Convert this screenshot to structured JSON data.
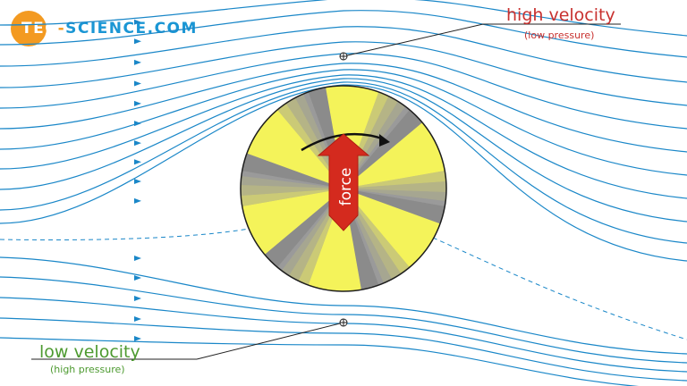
{
  "logo": {
    "part1": "TEC",
    "part2": "-",
    "part3": "SCIENCE.COM"
  },
  "labels": {
    "high_velocity": "high velocity",
    "low_pressure": "(low pressure)",
    "low_velocity": "low velocity",
    "high_pressure": "(high pressure)",
    "force": "force"
  },
  "colors": {
    "streamline": "#1a87c8",
    "high_label": "#c8312f",
    "low_label": "#4d9a30",
    "cylinder_yellow": "#f4f35a",
    "cylinder_gray": "#8c8c8c",
    "force_arrow": "#d42a1e",
    "logo_orange": "#f39a21",
    "logo_blue": "#1a96d4"
  }
}
